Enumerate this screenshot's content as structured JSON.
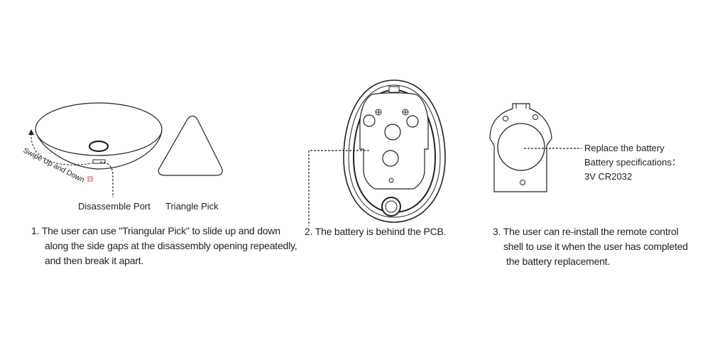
{
  "step1": {
    "swipe_label": "Swipe Up and Down",
    "port_label": "Disassemble Port",
    "pick_label": "Triangle Pick",
    "lines": [
      "1. The user can use \"Triangular Pick\" to slide up and down",
      "along the side gaps at the disassembly opening repeatedly,",
      "and then break it apart."
    ]
  },
  "step2": {
    "lines": [
      "2. The battery is behind the PCB."
    ]
  },
  "step3": {
    "battery_label_lines": [
      "Replace the battery",
      "Battery specifications：",
      "3V CR2032"
    ],
    "lines": [
      "3. The user can re-install the remote control",
      "shell to use it when the user has completed",
      "the battery replacement."
    ]
  },
  "colors": {
    "line": "#222222",
    "accent_red": "#d9534f"
  }
}
